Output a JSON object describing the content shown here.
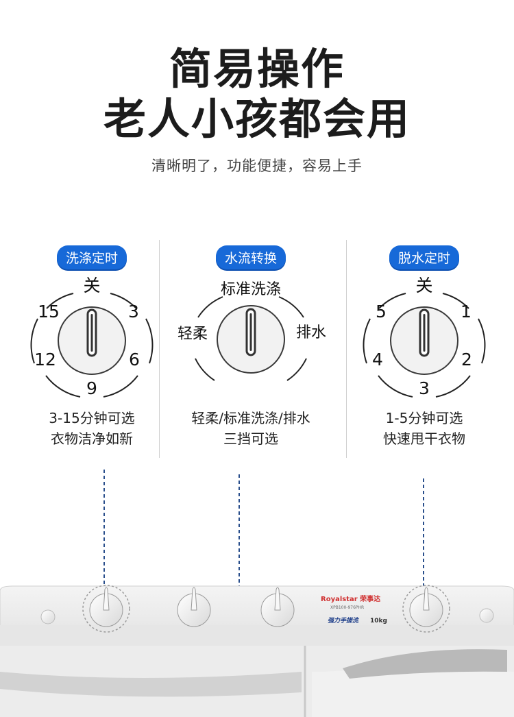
{
  "title_line1": "简易操作",
  "title_line2": "老人小孩都会用",
  "subtitle": "清晰明了，功能便捷，容易上手",
  "panels": [
    {
      "badge": "洗涤定时",
      "dial_labels": {
        "top": "关",
        "top_right": "3",
        "right": "6",
        "bottom": "9",
        "left": "12",
        "top_left": "15"
      },
      "desc_line1": "3-15分钟可选",
      "desc_line2": "衣物洁净如新"
    },
    {
      "badge": "水流转换",
      "dial_labels": {
        "top": "标准洗涤",
        "left": "轻柔",
        "right": "排水"
      },
      "desc_line1": "轻柔/标准洗涤/排水",
      "desc_line2": "三挡可选"
    },
    {
      "badge": "脱水定时",
      "dial_labels": {
        "top": "关",
        "top_right": "1",
        "right": "2",
        "bottom": "3",
        "left": "4",
        "top_left": "5"
      },
      "desc_line1": "1-5分钟可选",
      "desc_line2": "快速甩干衣物"
    }
  ],
  "machine": {
    "brand": "Royalstar 荣事达",
    "model": "XPB100-976PHR",
    "slogan": "强力手搓洗",
    "capacity": "10kg"
  },
  "colors": {
    "badge": "#1769d8",
    "dash": "#2a4f8c",
    "text": "#1c1c1c"
  }
}
